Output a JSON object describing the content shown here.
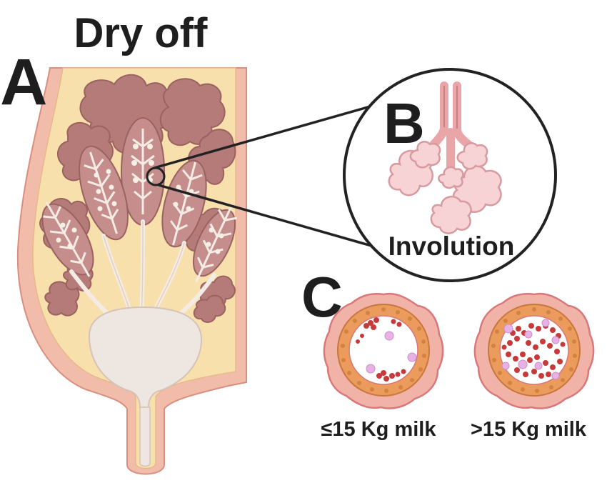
{
  "title": "Dry off",
  "panels": {
    "a": {
      "letter": "A"
    },
    "b": {
      "letter": "B",
      "caption": "Involution"
    },
    "c": {
      "letter": "C",
      "left_caption": "≤15 Kg milk",
      "right_caption": ">15 Kg milk"
    }
  },
  "colors": {
    "fat_pad": "#f8e0ad",
    "skin": "#f1bcaa",
    "lobe": "#b57b79",
    "lobe_edge": "#9a6260",
    "duct": "#f4ece4",
    "cistern": "#eee6e0",
    "alveolus": "#f7d3d6",
    "alveolus_edge": "#d79aa0",
    "epithelium": "#e7a06a",
    "red_cell": "#c83a3a",
    "immune_cell": "#e8b2e6",
    "outline": "#222222"
  }
}
